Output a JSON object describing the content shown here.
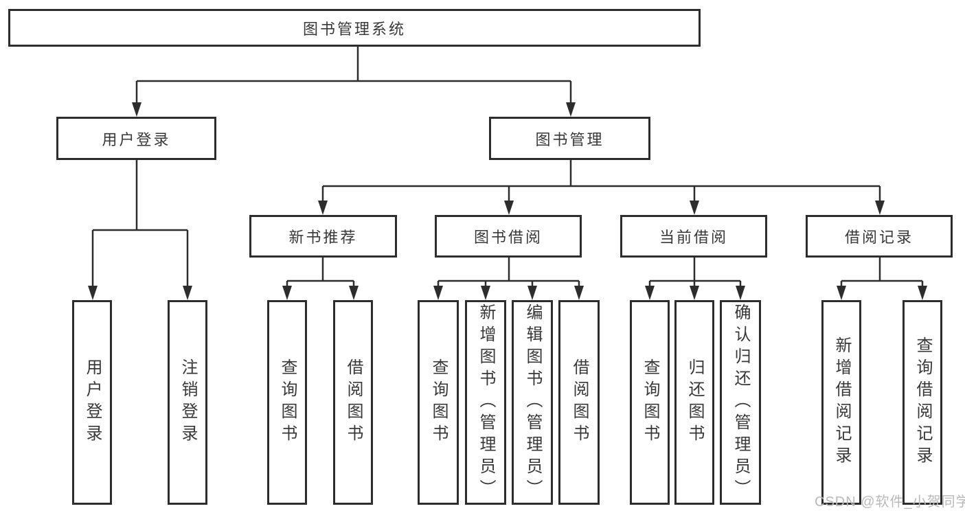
{
  "diagram": {
    "root": {
      "label": "图书管理系统"
    },
    "level2": [
      {
        "id": "user-login",
        "label": "用户登录"
      },
      {
        "id": "book-management",
        "label": "图书管理"
      }
    ],
    "level3": [
      {
        "id": "new-book-recommend",
        "label": "新书推荐"
      },
      {
        "id": "book-borrowing",
        "label": "图书借阅"
      },
      {
        "id": "current-borrowing",
        "label": "当前借阅"
      },
      {
        "id": "borrowing-records",
        "label": "借阅记录"
      }
    ],
    "leaves": {
      "user_login": [
        "用户登录",
        "注销登录"
      ],
      "new_book": [
        "查询图书",
        "借阅图书"
      ],
      "book_borrow": [
        "查询图书",
        "新增图书（管理员）",
        "编辑图书（管理员）",
        "借阅图书"
      ],
      "current_borrow": [
        "查询图书",
        "归还图书",
        "确认归还（管理员）"
      ],
      "borrow_record": [
        "新增借阅记录",
        "查询借阅记录"
      ]
    }
  },
  "watermark": "CSDN @软件_小贺同学",
  "colors": {
    "line": "#2d2d2d",
    "text": "#383838",
    "watermark": "#b9b9b9",
    "background": "#ffffff"
  }
}
